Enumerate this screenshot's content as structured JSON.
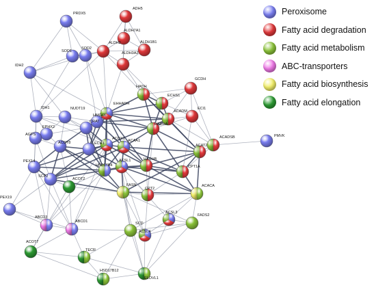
{
  "legend": [
    {
      "label": "Peroxisome",
      "color": "#7b7ff2"
    },
    {
      "label": "Fatty acid degradation",
      "color": "#e2393b"
    },
    {
      "label": "Fatty acid metabolism",
      "color": "#8cc43a"
    },
    {
      "label": "ABC-transporters",
      "color": "#f07ae8"
    },
    {
      "label": "Fatty acid biosynthesis",
      "color": "#f3f06a"
    },
    {
      "label": "Fatty acid elongation",
      "color": "#2d9c33"
    }
  ],
  "nodes": [
    {
      "id": "PRDX5",
      "label": "PRDX5",
      "groups": [
        "peroxisome"
      ]
    },
    {
      "id": "ADH5",
      "label": "ADH5",
      "groups": [
        "degradation"
      ]
    },
    {
      "id": "ALDH7A1",
      "label": "ALDH7A1",
      "groups": [
        "degradation"
      ]
    },
    {
      "id": "ALDH1B1",
      "label": "ALDH1B1",
      "groups": [
        "degradation"
      ]
    },
    {
      "id": "SOD1",
      "label": "SOD1",
      "groups": [
        "peroxisome"
      ]
    },
    {
      "id": "SOD2",
      "label": "SOD2",
      "groups": [
        "peroxisome"
      ]
    },
    {
      "id": "ALDH2",
      "label": "ALDH2",
      "groups": [
        "degradation"
      ]
    },
    {
      "id": "ALDH3A2",
      "label": "ALDH3A2",
      "groups": [
        "degradation"
      ]
    },
    {
      "id": "IDH2",
      "label": "IDH2",
      "groups": [
        "peroxisome"
      ]
    },
    {
      "id": "GCDH",
      "label": "GCDH",
      "groups": [
        "degradation"
      ]
    },
    {
      "id": "HADH",
      "label": "HADH",
      "groups": [
        "degradation",
        "metabolism"
      ]
    },
    {
      "id": "ECHS1",
      "label": "ECHS1",
      "groups": [
        "degradation",
        "metabolism"
      ]
    },
    {
      "id": "EHHADH",
      "label": "EHHADH",
      "groups": [
        "peroxisome",
        "degradation",
        "metabolism"
      ]
    },
    {
      "id": "IDH1",
      "label": "IDH1",
      "groups": [
        "peroxisome"
      ]
    },
    {
      "id": "NUDT19",
      "label": "NUDT19",
      "groups": [
        "peroxisome"
      ]
    },
    {
      "id": "HMGCL",
      "label": "HMGCL",
      "groups": [
        "peroxisome"
      ]
    },
    {
      "id": "ACADM",
      "label": "ACADM",
      "groups": [
        "degradation",
        "metabolism"
      ]
    },
    {
      "id": "ECI1",
      "label": "ECI1",
      "groups": [
        "degradation"
      ]
    },
    {
      "id": "HADHA",
      "label": "HADHA",
      "groups": [
        "degradation",
        "metabolism"
      ]
    },
    {
      "id": "EPHX2",
      "label": "EPHX2",
      "groups": [
        "peroxisome"
      ]
    },
    {
      "id": "AGPS",
      "label": "AGPS",
      "groups": [
        "peroxisome"
      ]
    },
    {
      "id": "CRAT",
      "label": "CRAT",
      "groups": [
        "peroxisome"
      ]
    },
    {
      "id": "ACOX1",
      "label": "ACOX1",
      "groups": [
        "peroxisome",
        "degradation",
        "metabolism"
      ]
    },
    {
      "id": "ACADSB",
      "label": "ACADSB",
      "groups": [
        "degradation",
        "metabolism"
      ]
    },
    {
      "id": "PMVK",
      "label": "PMVK",
      "groups": [
        "peroxisome"
      ]
    },
    {
      "id": "ECH1",
      "label": "ECH1",
      "groups": [
        "peroxisome"
      ]
    },
    {
      "id": "ACAA1",
      "label": "ACAA1",
      "groups": [
        "peroxisome",
        "degradation",
        "metabolism"
      ]
    },
    {
      "id": "ACAT2",
      "label": "ACAT2",
      "groups": [
        "degradation",
        "metabolism"
      ]
    },
    {
      "id": "PEX14",
      "label": "PEX14",
      "groups": [
        "peroxisome"
      ]
    },
    {
      "id": "ACOT8",
      "label": "ACOT8",
      "groups": [
        "peroxisome"
      ]
    },
    {
      "id": "HADHB",
      "label": "HADHB",
      "groups": [
        "degradation",
        "metabolism"
      ]
    },
    {
      "id": "HSD17B4",
      "label": "HSD17B4",
      "groups": [
        "peroxisome",
        "metabolism"
      ]
    },
    {
      "id": "ACSL1",
      "label": "ACSL1",
      "groups": [
        "peroxisome",
        "degradation",
        "metabolism"
      ]
    },
    {
      "id": "CPT1A",
      "label": "CPT1A",
      "groups": [
        "degradation",
        "metabolism"
      ]
    },
    {
      "id": "SCP2",
      "label": "SCP2",
      "groups": [
        "peroxisome"
      ]
    },
    {
      "id": "ACOT2",
      "label": "ACOT2",
      "groups": [
        "elongation"
      ]
    },
    {
      "id": "FASN",
      "label": "FASN",
      "groups": [
        "metabolism",
        "biosynthesis"
      ]
    },
    {
      "id": "CPT2",
      "label": "CPT2",
      "groups": [
        "degradation",
        "metabolism"
      ]
    },
    {
      "id": "ACACA",
      "label": "ACACA",
      "groups": [
        "metabolism",
        "biosynthesis"
      ]
    },
    {
      "id": "PEX19",
      "label": "PEX19",
      "groups": [
        "peroxisome"
      ]
    },
    {
      "id": "ABCD3",
      "label": "ABCD3",
      "groups": [
        "peroxisome",
        "abc"
      ]
    },
    {
      "id": "ABCD1",
      "label": "ABCD1",
      "groups": [
        "peroxisome",
        "abc"
      ]
    },
    {
      "id": "SCD",
      "label": "SCD",
      "groups": [
        "metabolism"
      ]
    },
    {
      "id": "ACSL4",
      "label": "ACSL4",
      "groups": [
        "peroxisome",
        "degradation",
        "metabolism"
      ]
    },
    {
      "id": "ACSL3",
      "label": "ACSL3",
      "groups": [
        "peroxisome",
        "degradation",
        "metabolism"
      ]
    },
    {
      "id": "FADS2",
      "label": "FADS2",
      "groups": [
        "metabolism"
      ]
    },
    {
      "id": "ACOT7",
      "label": "ACOT7",
      "groups": [
        "elongation"
      ]
    },
    {
      "id": "TECR",
      "label": "TECR",
      "groups": [
        "metabolism",
        "elongation"
      ]
    },
    {
      "id": "HSD17B12",
      "label": "HSD17B12",
      "groups": [
        "metabolism",
        "elongation"
      ]
    },
    {
      "id": "ELOVL1",
      "label": "ELOVL1",
      "groups": [
        "metabolism",
        "elongation"
      ]
    }
  ],
  "group_colors": {
    "peroxisome": "#7b7ff2",
    "degradation": "#e2393b",
    "metabolism": "#8cc43a",
    "abc": "#f07ae8",
    "biosynthesis": "#f3f06a",
    "elongation": "#2d9c33"
  }
}
